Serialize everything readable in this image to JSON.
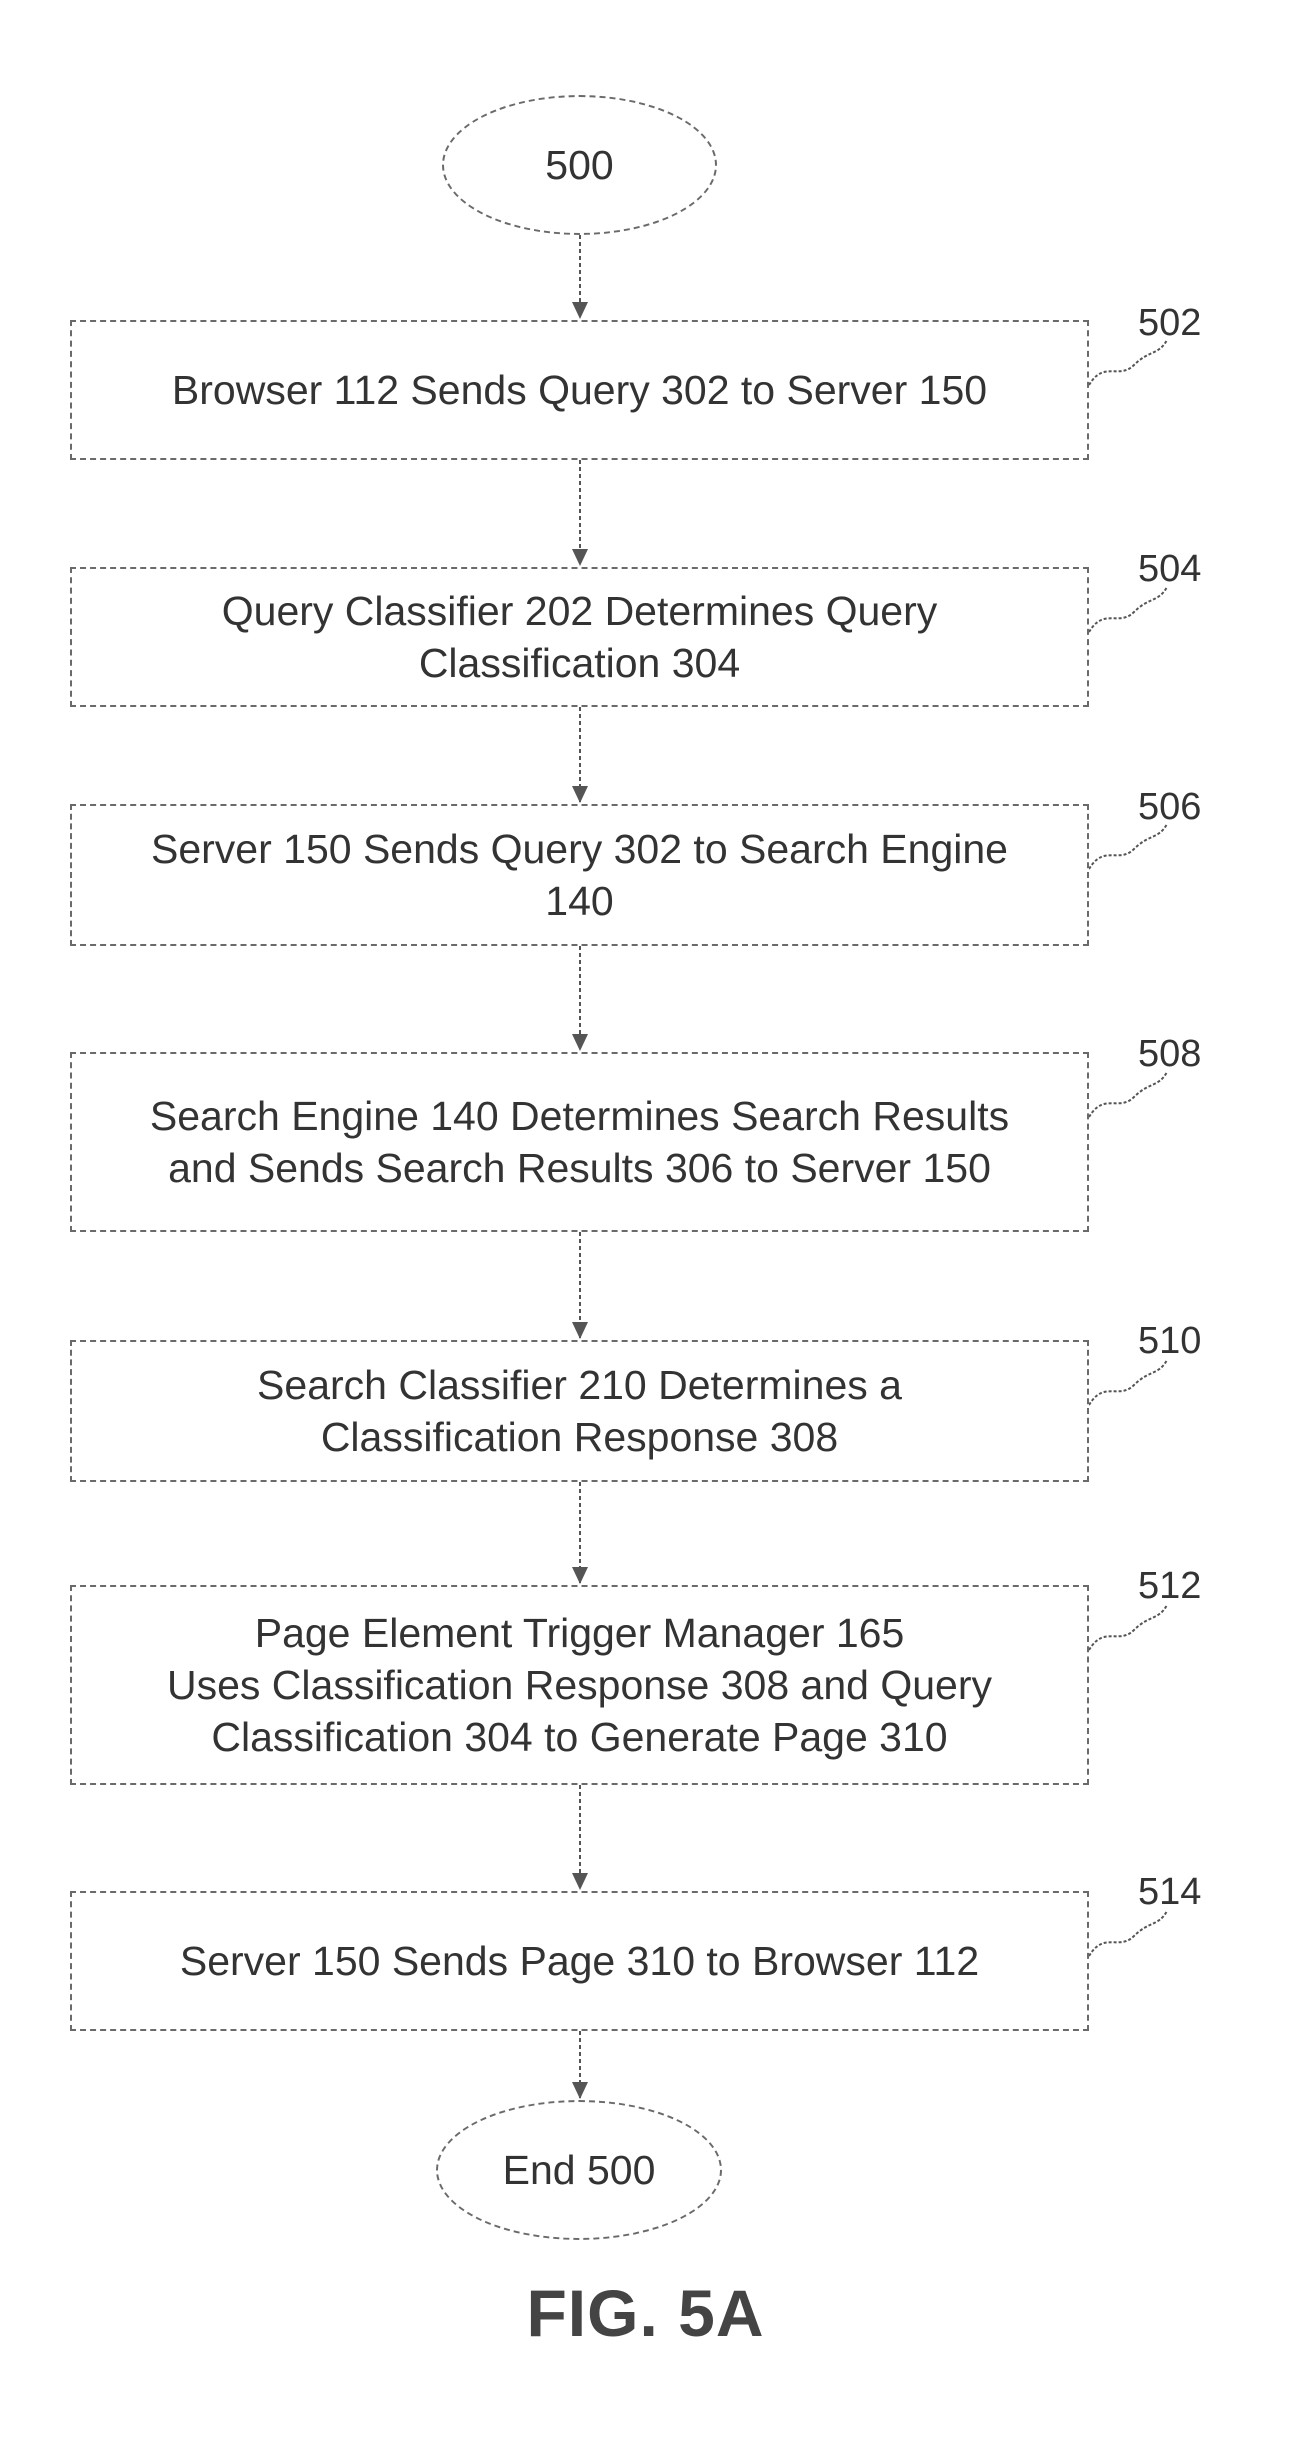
{
  "start": {
    "label": "500"
  },
  "end": {
    "label": "End 500"
  },
  "steps": [
    {
      "ref": "502",
      "lines": [
        "Browser 112 Sends Query 302 to Server 150"
      ]
    },
    {
      "ref": "504",
      "lines": [
        "Query Classifier 202 Determines Query",
        "Classification 304"
      ]
    },
    {
      "ref": "506",
      "lines": [
        "Server 150 Sends Query 302 to Search Engine",
        "140"
      ]
    },
    {
      "ref": "508",
      "lines": [
        "Search Engine 140 Determines Search Results",
        "and Sends Search Results 306 to Server 150"
      ]
    },
    {
      "ref": "510",
      "lines": [
        "Search Classifier 210 Determines a",
        "Classification Response 308"
      ]
    },
    {
      "ref": "512",
      "lines": [
        "Page Element Trigger Manager 165",
        "Uses Classification Response 308 and Query",
        "Classification 304 to Generate Page 310"
      ]
    },
    {
      "ref": "514",
      "lines": [
        "Server 150 Sends Page 310 to Browser 112"
      ]
    }
  ],
  "figure_label": "FIG. 5A"
}
